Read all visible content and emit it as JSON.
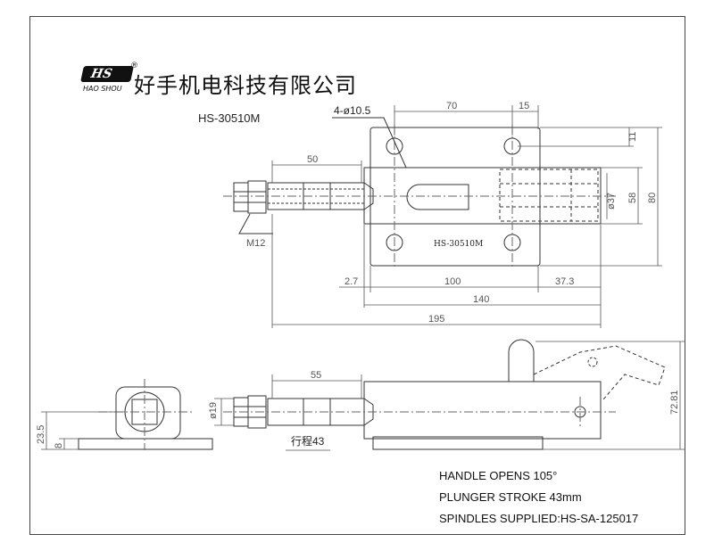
{
  "brand": {
    "logo_text": "HS",
    "reg_mark": "®",
    "sub": "HAO SHOU",
    "company": "好手机电科技有限公司"
  },
  "model": "HS-30510M",
  "top_view": {
    "plate_label": "HS-30510M",
    "thread_label": "M12",
    "holes_label": "4-ø10.5",
    "dims": {
      "d70": "70",
      "d15": "15",
      "d50": "50",
      "d11": "11",
      "d37": "ø37",
      "d58": "58",
      "d80": "80",
      "d27": "2.7",
      "d100": "100",
      "d373": "37.3",
      "d140": "140",
      "d195": "195"
    }
  },
  "side_view": {
    "dims": {
      "d55": "55",
      "d19": "ø19",
      "d7281": "72.81"
    },
    "stroke_label": "行程43"
  },
  "end_view": {
    "dims": {
      "d235": "23.5",
      "d8": "8"
    }
  },
  "notes": [
    "HANDLE OPENS 105°",
    "PLUNGER STROKE 43mm",
    "SPINDLES SUPPLIED:HS-SA-125017"
  ]
}
